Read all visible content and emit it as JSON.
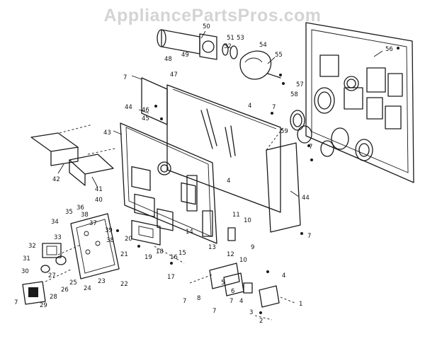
{
  "watermark": "AppliancePartsPros.com",
  "diagram": {
    "callouts": [
      "1",
      "2",
      "3",
      "4",
      "5",
      "6",
      "7",
      "8",
      "9",
      "10",
      "11",
      "12",
      "13",
      "14",
      "15",
      "16",
      "17",
      "18",
      "19",
      "20",
      "21",
      "22",
      "23",
      "24",
      "25",
      "26",
      "27",
      "28",
      "29",
      "30",
      "31",
      "32",
      "33",
      "34",
      "35",
      "36",
      "37",
      "38",
      "39",
      "40",
      "41",
      "42",
      "43",
      "44",
      "45",
      "46",
      "47",
      "48",
      "49",
      "50",
      "51",
      "52",
      "53",
      "54",
      "55",
      "56",
      "57",
      "58",
      "59"
    ]
  }
}
